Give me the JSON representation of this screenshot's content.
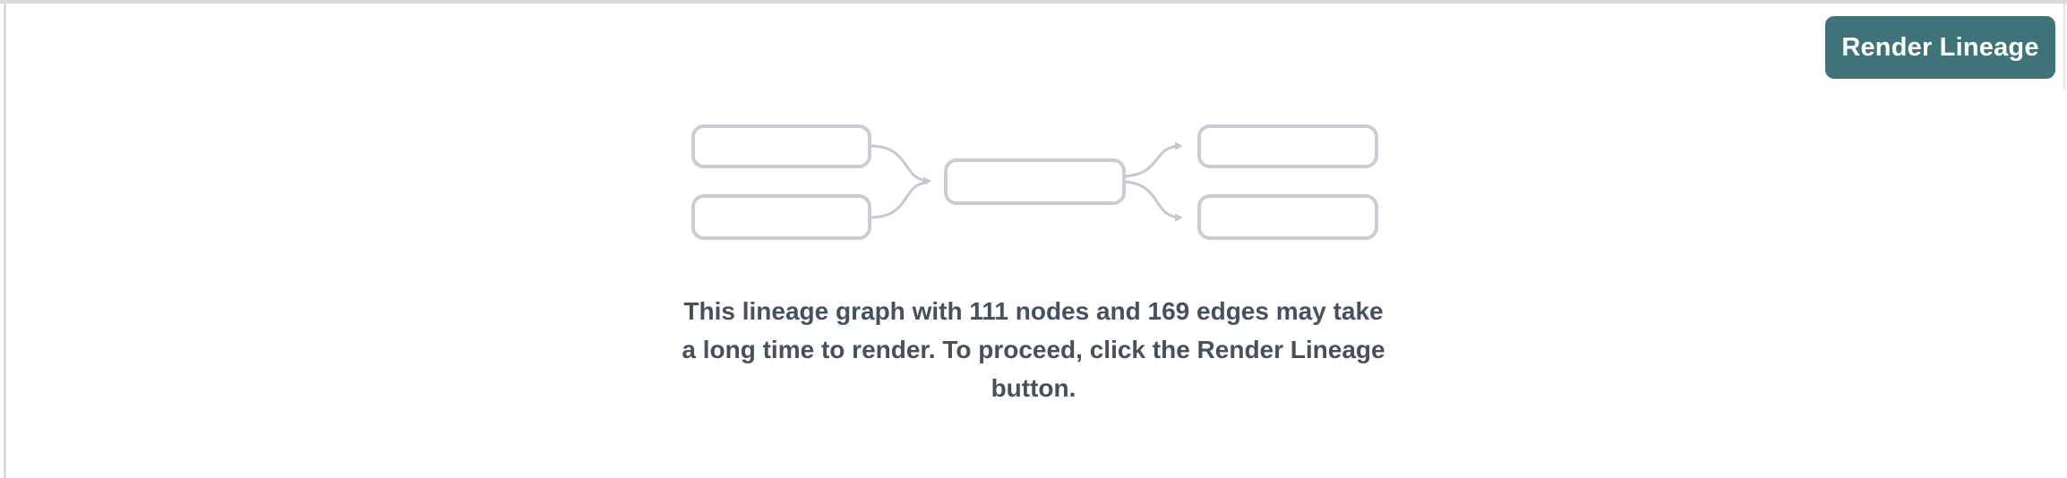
{
  "page": {
    "background": "#ffffff",
    "frame_border_color": "#d9dadc"
  },
  "toolbar": {
    "render_lineage_button": {
      "label": "Render Lineage",
      "background": "#3e737a",
      "text_color": "#ffffff"
    }
  },
  "empty_state": {
    "node_count": "111",
    "edge_count": "169",
    "message_lines": [
      "This lineage graph with 111 nodes and 169 edges may take",
      "a long time to render. To proceed, click the Render Lineage",
      "button."
    ],
    "message_full": "This lineage graph with 111 nodes and 169 edges may take a long time to render. To proceed, click the Render Lineage button.",
    "text_color": "#46505f",
    "illustration": {
      "node_border_color": "#c7ccd5",
      "edge_color": "#c3c9d2",
      "node_fill": "#ffffff"
    }
  }
}
